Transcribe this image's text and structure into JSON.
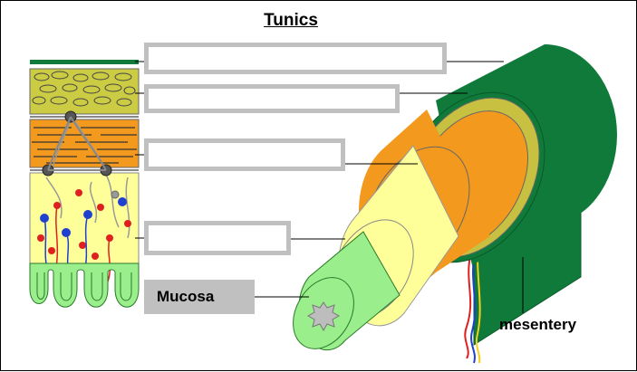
{
  "diagram": {
    "title": "Tunics",
    "labels": {
      "mucosa": "Mucosa",
      "mesentery": "mesentery"
    },
    "blank_label_count": 4
  },
  "colors": {
    "serosa": "#0f7a3a",
    "muscularis_outer": "#c8c040",
    "muscularis_inner": "#f39a1e",
    "submucosa": "#ffff9a",
    "mucosa": "#9aee8c",
    "label_box_border": "#c0c0c0"
  }
}
